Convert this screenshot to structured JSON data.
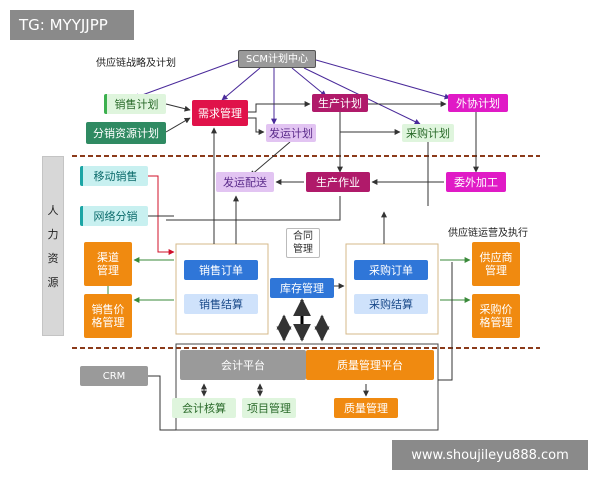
{
  "tag": "TG: MYYJJPP",
  "watermark": "www.shoujileyu888.com",
  "labels": {
    "strategy": "供应链战略及计划",
    "operation": "供应链运营及执行"
  },
  "nodes": {
    "scm": "SCM计划中心",
    "sales_plan": "销售计划",
    "distribution_plan": "分销资源计划",
    "demand_mgmt": "需求管理",
    "shipping_plan": "发运计划",
    "production_plan": "生产计划",
    "procurement_plan": "采购计划",
    "outsource_plan": "外协计划",
    "shipping_delivery": "发运配送",
    "production_work": "生产作业",
    "outsource_process": "委外加工",
    "mobile_sales": "移动销售",
    "network_distribution": "网络分销",
    "channel_mgmt": "渠道\n管理",
    "sales_price_mgmt": "销售价\n格管理",
    "contract_mgmt": "合同\n管理",
    "sales_order": "销售订单",
    "sales_settlement": "销售结算",
    "inventory_mgmt": "库存管理",
    "purchase_order": "采购订单",
    "purchase_settlement": "采购结算",
    "supplier_mgmt": "供应商\n管理",
    "purchase_price_mgmt": "采购价\n格管理",
    "crm": "CRM",
    "accounting_platform": "会计平台",
    "quality_platform": "质量管理平台",
    "accounting_check": "会计核算",
    "project_mgmt": "项目管理",
    "quality_mgmt": "质量管理"
  },
  "hr": [
    "人",
    "力",
    "资",
    "源"
  ],
  "colors": {
    "gray": "#9a9a9a",
    "red": "#e0124a",
    "purple": "#9b3fd0",
    "green": "#3cb04e",
    "magenta": "#e01ac6",
    "teal": "#1ba5a5",
    "orange": "#f08a10",
    "blue": "#2f76d8",
    "dash": "#8b3a1a"
  }
}
